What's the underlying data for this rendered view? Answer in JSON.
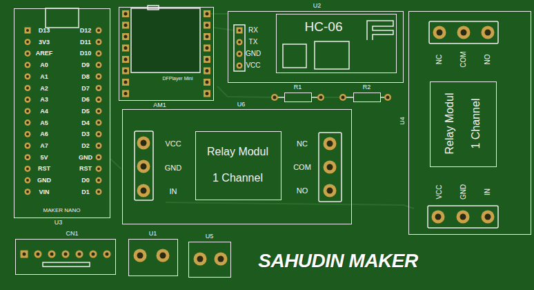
{
  "diagram": {
    "nodes": [
      {
        "text": [
          "MAKER NANO",
          "U3"
        ]
      },
      {
        "text": [
          "DFPlayer Mini",
          "AM1"
        ]
      },
      {
        "text": [
          "U2"
        ]
      },
      {
        "text": [
          "HC-06"
        ],
        "in": 2
      },
      {
        "text": [
          "R1"
        ]
      },
      {
        "text": [
          "R2"
        ]
      },
      {
        "text": [
          "U6"
        ]
      },
      {
        "text": [
          "Relay Modul 1 Channel"
        ],
        "in": 6
      },
      {
        "text": [
          "U4"
        ]
      },
      {
        "text": [
          "Relay Modul 1 Channel"
        ],
        "in": 8
      },
      {
        "text": [
          "CN1"
        ]
      },
      {
        "text": [
          "U1"
        ]
      },
      {
        "text": [
          "U5"
        ]
      }
    ],
    "labels": [
      "D13",
      "3V3",
      "AREF",
      "A0",
      "A1",
      "A2",
      "A3",
      "A4",
      "A5",
      "A6",
      "A7",
      "5V",
      "RST",
      "GND",
      "VIN",
      "D12",
      "D11",
      "D10",
      "D9",
      "D8",
      "D7",
      "D6",
      "D5",
      "D4",
      "D3",
      "D2",
      "GND",
      "RST",
      "D0",
      "D1",
      "RX",
      "TX",
      "GND",
      "VCC",
      "VCC",
      "GND",
      "IN",
      "NC",
      "COM",
      "NO",
      "NC",
      "COM",
      "NO",
      "VCC",
      "GND",
      "IN",
      "SAHUDIN MAKER"
    ]
  }
}
